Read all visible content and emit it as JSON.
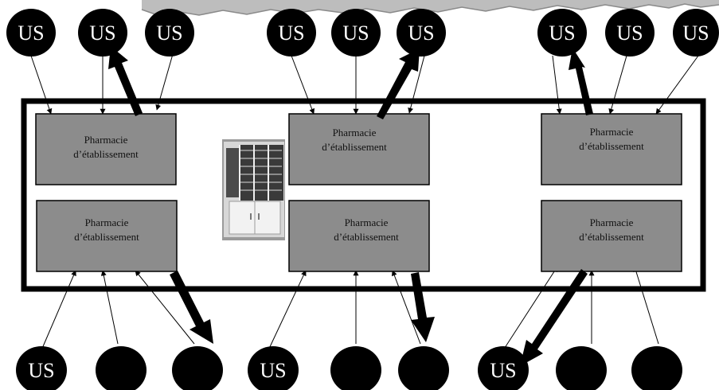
{
  "colors": {
    "background": "#ffffff",
    "frame": "#000000",
    "box_fill": "#8c8c8c",
    "node_fill": "#000000",
    "node_text": "#ffffff",
    "box_text": "#111111",
    "torn_strip": "#b8b8b8"
  },
  "boxes": [
    {
      "id": "box-1",
      "line1": "Pharmacie",
      "line2": "d’établissement"
    },
    {
      "id": "box-2",
      "line1": "Pharmacie",
      "line2": "d’établissement"
    },
    {
      "id": "box-3",
      "line1": "Pharmacie",
      "line2": "d’établissement"
    },
    {
      "id": "box-4",
      "line1": "Pharmacie",
      "line2": "d’établissement"
    },
    {
      "id": "box-5",
      "line1": "Pharmacie",
      "line2": "d’établissement"
    },
    {
      "id": "box-6",
      "line1": "Pharmacie",
      "line2": "d’établissement"
    }
  ],
  "top_nodes": [
    {
      "id": "top-1",
      "label": "US"
    },
    {
      "id": "top-2",
      "label": "US"
    },
    {
      "id": "top-3",
      "label": "US"
    },
    {
      "id": "top-4",
      "label": "US"
    },
    {
      "id": "top-5",
      "label": "US"
    },
    {
      "id": "top-6",
      "label": "US"
    },
    {
      "id": "top-7",
      "label": "US"
    },
    {
      "id": "top-8",
      "label": "US"
    },
    {
      "id": "top-9",
      "label": "US"
    }
  ],
  "bottom_nodes": [
    {
      "id": "bot-1",
      "label": "US"
    },
    {
      "id": "bot-2",
      "label": ""
    },
    {
      "id": "bot-3",
      "label": ""
    },
    {
      "id": "bot-4",
      "label": "US"
    },
    {
      "id": "bot-5",
      "label": ""
    },
    {
      "id": "bot-6",
      "label": ""
    },
    {
      "id": "bot-7",
      "label": "US"
    },
    {
      "id": "bot-8",
      "label": ""
    },
    {
      "id": "bot-9",
      "label": ""
    }
  ],
  "photo": {
    "icon": "pharmacy-cabinet-photo"
  }
}
